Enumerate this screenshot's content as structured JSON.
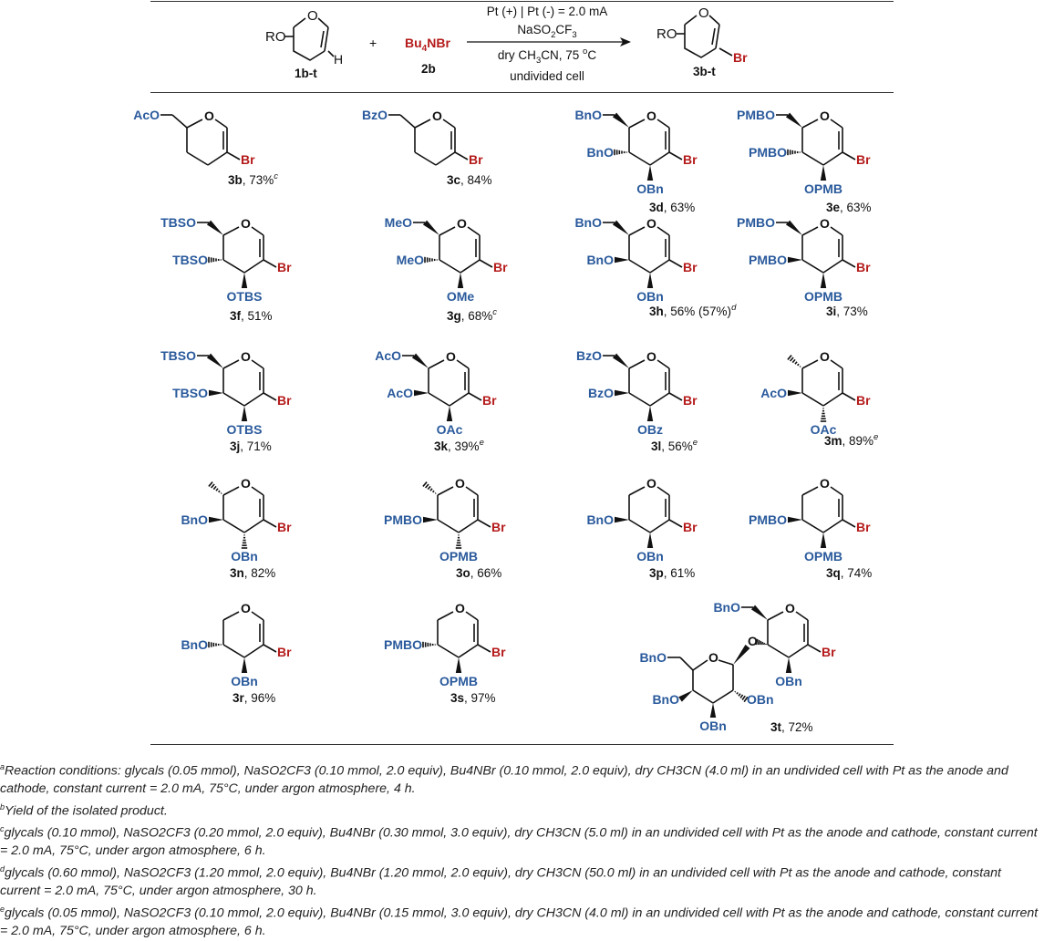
{
  "scheme": {
    "reactant1_sub": "RO",
    "reactant1_h": "H",
    "reactant1_label": "1b-t",
    "plus": "+",
    "reagent_bu4": "Bu",
    "reagent_4": "4",
    "reagent_nbr": "NBr",
    "reagent_label": "2b",
    "cond_line1": "Pt (+) | Pt (-) = 2.0 mA",
    "cond_line2a": "NaSO",
    "cond_line2b": "2",
    "cond_line2c": "CF",
    "cond_line2d": "3",
    "cond_line3a": "dry CH",
    "cond_line3b": "3",
    "cond_line3c": "CN, 75 ",
    "cond_line3d": "o",
    "cond_line3e": "C",
    "cond_line4": "undivided cell",
    "product_sub": "RO",
    "product_br": "Br",
    "product_label": "3b-t"
  },
  "compounds": [
    {
      "id": "3b",
      "yield": ", 73%",
      "note": "c"
    },
    {
      "id": "3c",
      "yield": ", 84%",
      "note": ""
    },
    {
      "id": "3d",
      "yield": ", 63%",
      "note": ""
    },
    {
      "id": "3e",
      "yield": ", 63%",
      "note": ""
    },
    {
      "id": "3f",
      "yield": ", 51%",
      "note": ""
    },
    {
      "id": "3g",
      "yield": ", 68%",
      "note": "c"
    },
    {
      "id": "3h",
      "yield": ", 56% (57%)",
      "note": "d"
    },
    {
      "id": "3i",
      "yield": ", 73%",
      "note": ""
    },
    {
      "id": "3j",
      "yield": ", 71%",
      "note": ""
    },
    {
      "id": "3k",
      "yield": ", 39%",
      "note": "e"
    },
    {
      "id": "3l",
      "yield": ", 56%",
      "note": "e"
    },
    {
      "id": "3m",
      "yield": ", 89%",
      "note": "e"
    },
    {
      "id": "3n",
      "yield": ", 82%",
      "note": ""
    },
    {
      "id": "3o",
      "yield": ", 66%",
      "note": ""
    },
    {
      "id": "3p",
      "yield": ", 61%",
      "note": ""
    },
    {
      "id": "3q",
      "yield": ", 74%",
      "note": ""
    },
    {
      "id": "3r",
      "yield": ", 96%",
      "note": ""
    },
    {
      "id": "3s",
      "yield": ", 97%",
      "note": ""
    },
    {
      "id": "3t",
      "yield": ", 72%",
      "note": ""
    }
  ],
  "labels": {
    "AcO": "AcO",
    "BzO": "BzO",
    "BnO": "BnO",
    "OBn": "OBn",
    "PMBO": "PMBO",
    "OPMB": "OPMB",
    "TBSO": "TBSO",
    "OTBS": "OTBS",
    "MeO": "MeO",
    "OMe": "OMe",
    "OAc": "OAc",
    "OBz": "OBz",
    "O": "O",
    "Br": "Br"
  },
  "footnotes": [
    {
      "mark": "a",
      "text": "Reaction conditions: glycals (0.05 mmol), NaSO2CF3 (0.10 mmol, 2.0 equiv), Bu4NBr (0.10 mmol, 2.0 equiv), dry CH3CN (4.0 ml) in an undivided cell with Pt as the anode and cathode, constant current = 2.0 mA, 75°C, under argon atmosphere, 4 h."
    },
    {
      "mark": "b",
      "text": "Yield of the isolated product."
    },
    {
      "mark": "c",
      "text": "glycals (0.10 mmol), NaSO2CF3 (0.20 mmol, 2.0 equiv), Bu4NBr (0.30 mmol, 3.0 equiv), dry CH3CN (5.0 ml) in an undivided cell with Pt as the anode and cathode, constant current = 2.0 mA, 75°C, under argon atmosphere, 6 h."
    },
    {
      "mark": "d",
      "text": "glycals (0.60 mmol), NaSO2CF3 (1.20 mmol, 2.0 equiv), Bu4NBr (1.20 mmol, 2.0 equiv), dry CH3CN (50.0 ml) in an undivided cell with Pt as the anode and cathode, constant current = 2.0 mA, 75°C, under argon atmosphere, 30 h."
    },
    {
      "mark": "e",
      "text": "glycals (0.05 mmol), NaSO2CF3 (0.10 mmol, 2.0 equiv), Bu4NBr (0.15 mmol, 3.0 equiv), dry CH3CN (4.0 ml) in an undivided cell with Pt as the anode and cathode, constant current = 2.0 mA, 75°C, under argon atmosphere, 6 h."
    }
  ]
}
